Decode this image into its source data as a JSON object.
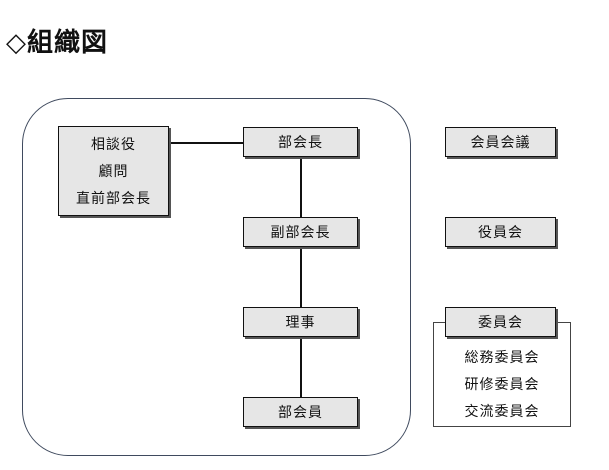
{
  "title": "◇組織図",
  "advisors": [
    "相談役",
    "顧問",
    "直前部会長"
  ],
  "chain": {
    "director": "部会長",
    "vice_director": "副部会長",
    "board": "理事",
    "member": "部会員"
  },
  "side": {
    "assembly": "会員会議",
    "officers": "役員会",
    "committee": "委員会",
    "committees": [
      "総務委員会",
      "研修委員会",
      "交流委員会"
    ]
  }
}
